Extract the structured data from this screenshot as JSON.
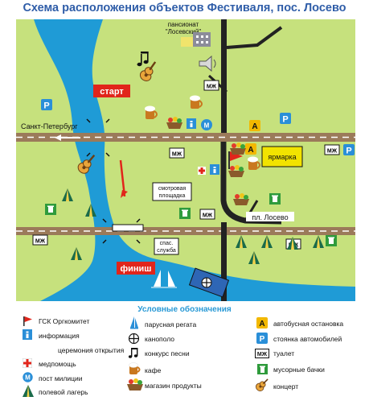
{
  "title": "Схема расположения объектов Фестиваля, пос. Лосево",
  "map": {
    "start_label": "старт",
    "finish_label": "финиш",
    "city_label": "Санкт-Петербург",
    "hotel_label_1": "пансионат",
    "hotel_label_2": "\"Лосевский\"",
    "viewpoint_1": "смотровая",
    "viewpoint_2": "площадка",
    "rescue_1": "спас.",
    "rescue_2": "служба",
    "fair_label": "ярмарка",
    "square_label": "пл. Лосево",
    "wc": "МЖ",
    "parking": "P",
    "bus": "A",
    "colors": {
      "grass": "#c6e17d",
      "river": "#1f9bd6",
      "road": "#222222",
      "brown": "#a87a58"
    }
  },
  "legend": {
    "title": "Условные обозначения",
    "items": {
      "gsk": "ГСК Оргкомитет",
      "info": "информация",
      "ceremony": "церемония открытия",
      "medical": "медпомощь",
      "police": "пост милиции",
      "camp": "полевой лагерь",
      "regatta": "парусная регата",
      "canoe": "канополо",
      "song": "конкурс песни",
      "cafe": "кафе",
      "shop": "магазин продукты",
      "bus": "автобусная остановка",
      "parking": "стоянка автомобилей",
      "toilet": "туалет",
      "trash": "мусорные бачки",
      "concert": "концерт"
    }
  }
}
